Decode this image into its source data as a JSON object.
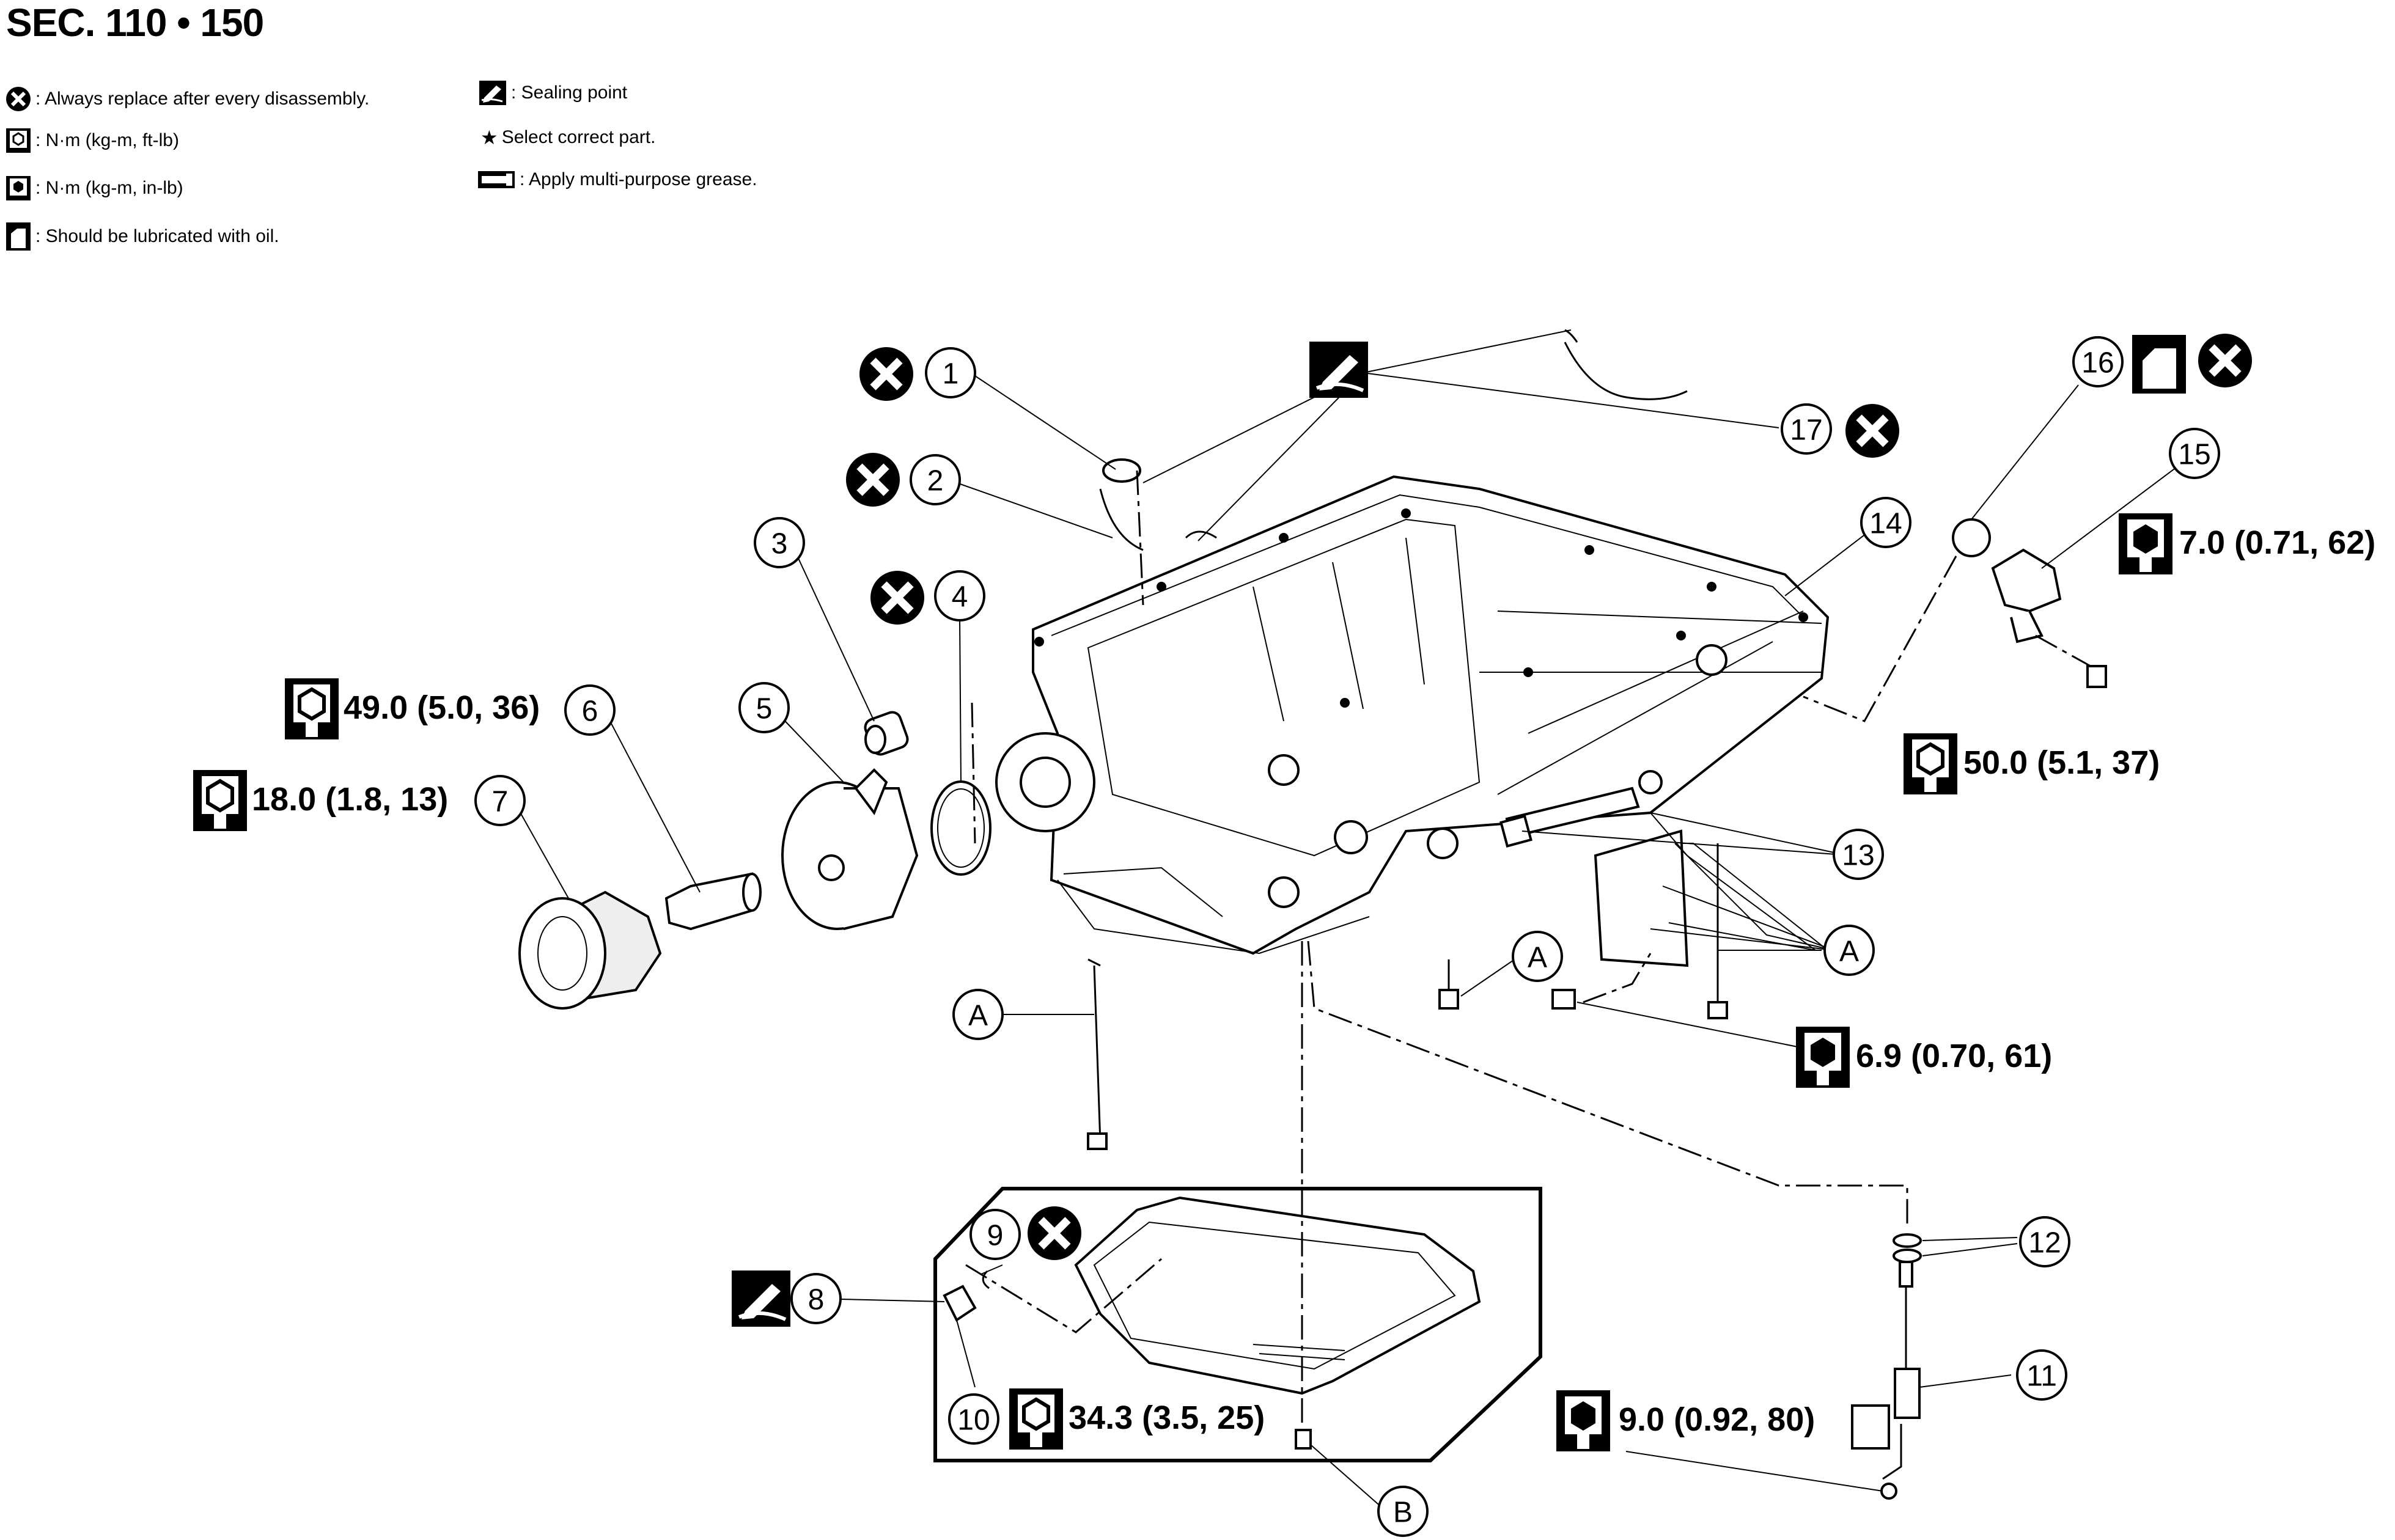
{
  "title": "SEC. 110 • 150",
  "legend": {
    "replace": ": Always replace after every disassembly.",
    "torque_ftlb": ": N·m (kg-m, ft-lb)",
    "torque_inlb": ": N·m (kg-m, in-lb)",
    "lubricate": ": Should be lubricated with oil.",
    "sealing": ": Sealing point",
    "select": "Select correct part.",
    "grease": ": Apply multi-purpose grease."
  },
  "callouts": {
    "c1": "1",
    "c2": "2",
    "c3": "3",
    "c4": "4",
    "c5": "5",
    "c6": "6",
    "c7": "7",
    "c8": "8",
    "c9": "9",
    "c10": "10",
    "c11": "11",
    "c12": "12",
    "c13": "13",
    "c14": "14",
    "c15": "15",
    "c16": "16",
    "c17": "17",
    "a1": "A",
    "a2": "A",
    "a3": "A",
    "b1": "B"
  },
  "torques": {
    "t6": "49.0 (5.0, 36)",
    "t7": "18.0 (1.8, 13)",
    "t15": "7.0 (0.71, 62)",
    "t50": "50.0 (5.1, 37)",
    "t69": "6.9 (0.70, 61)",
    "t10": "34.3 (3.5, 25)",
    "t11": "9.0 (0.92, 80)"
  },
  "icons": [
    "replace-icon",
    "torque-icon",
    "torque-inlb-icon",
    "oil-can-icon",
    "sealing-icon",
    "star-icon",
    "grease-icon"
  ]
}
